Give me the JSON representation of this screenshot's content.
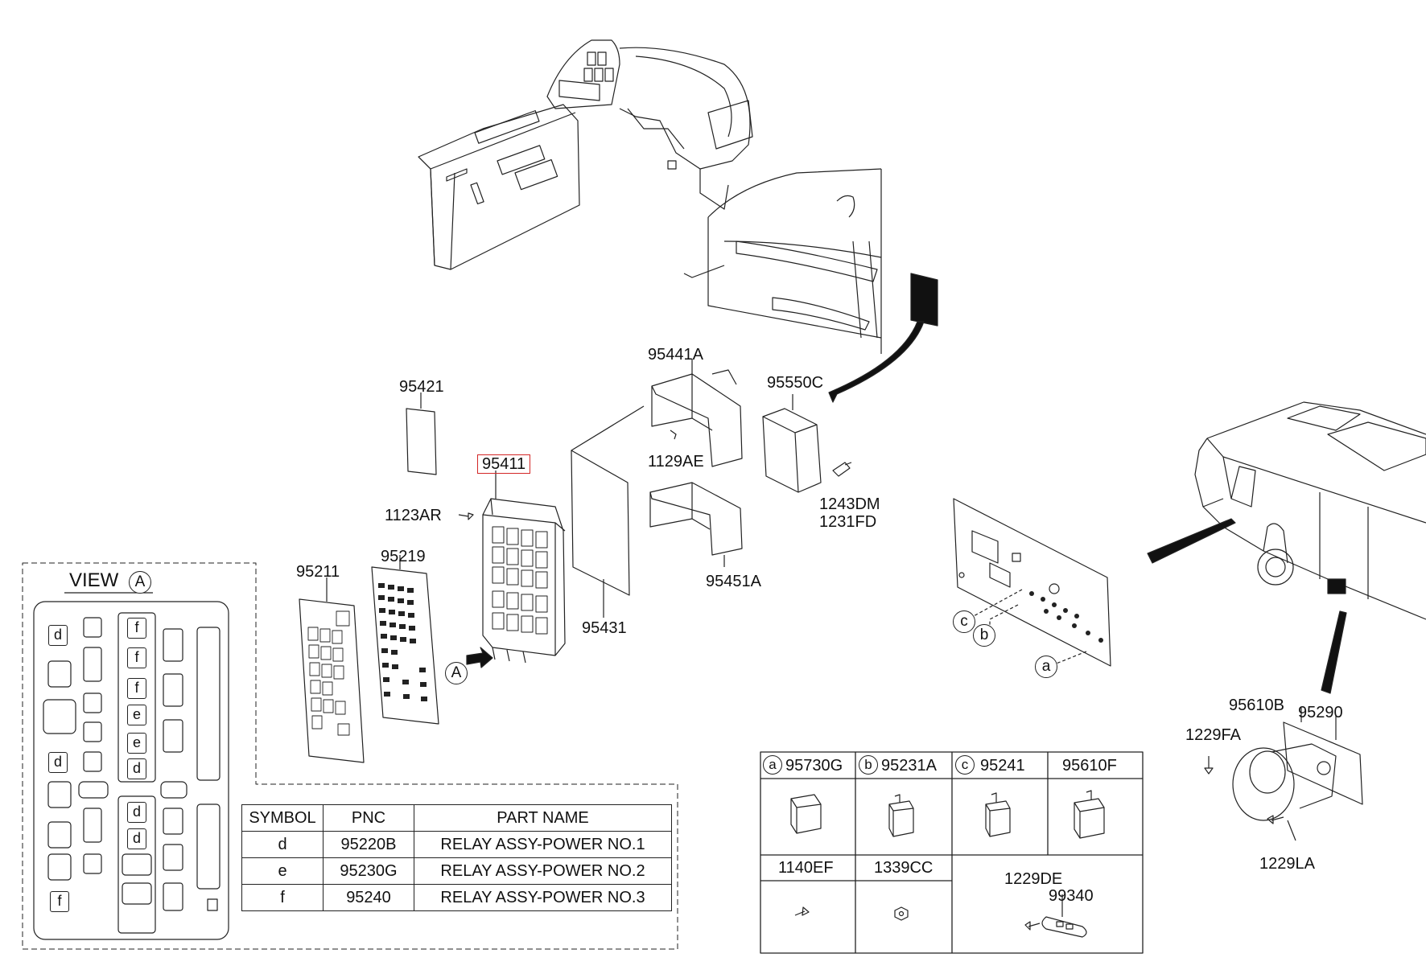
{
  "part_numbers": {
    "p95421": "95421",
    "p95411": "95411",
    "p1123AR": "1123AR",
    "p95211": "95211",
    "p95219": "95219",
    "p95441A": "95441A",
    "p1129AE": "1129AE",
    "p95451A": "95451A",
    "p95431": "95431",
    "p95550C": "95550C",
    "p1243DM": "1243DM",
    "p1231FD": "1231FD",
    "p95610B": "95610B",
    "p95290": "95290",
    "p1229FA": "1229FA",
    "p1229LA": "1229LA"
  },
  "callouts": {
    "view_marker": "A",
    "panel_a": "a",
    "panel_b": "b",
    "panel_c": "c"
  },
  "view": {
    "title_prefix": "VIEW",
    "title_marker": "A",
    "relay_symbols": {
      "d": "d",
      "e": "e",
      "f": "f"
    }
  },
  "symbol_table": {
    "headers": [
      "SYMBOL",
      "PNC",
      "PART NAME"
    ],
    "rows": [
      {
        "symbol": "d",
        "pnc": "95220B",
        "name": "RELAY ASSY-POWER NO.1"
      },
      {
        "symbol": "e",
        "pnc": "95230G",
        "name": "RELAY ASSY-POWER NO.2"
      },
      {
        "symbol": "f",
        "pnc": "95240",
        "name": "RELAY ASSY-POWER NO.3"
      }
    ]
  },
  "parts_grid": {
    "cells": [
      {
        "marker": "a",
        "pnc": "95730G"
      },
      {
        "marker": "b",
        "pnc": "95231A"
      },
      {
        "marker": "c",
        "pnc": "95241"
      },
      {
        "marker": "",
        "pnc": "95610F"
      },
      {
        "marker": "",
        "pnc": "1140EF"
      },
      {
        "marker": "",
        "pnc": "1339CC"
      },
      {
        "marker": "",
        "pnc": "1229DE"
      },
      {
        "marker": "",
        "pnc": "99340"
      }
    ]
  },
  "colors": {
    "highlight": "#d32626",
    "line": "#222222"
  }
}
